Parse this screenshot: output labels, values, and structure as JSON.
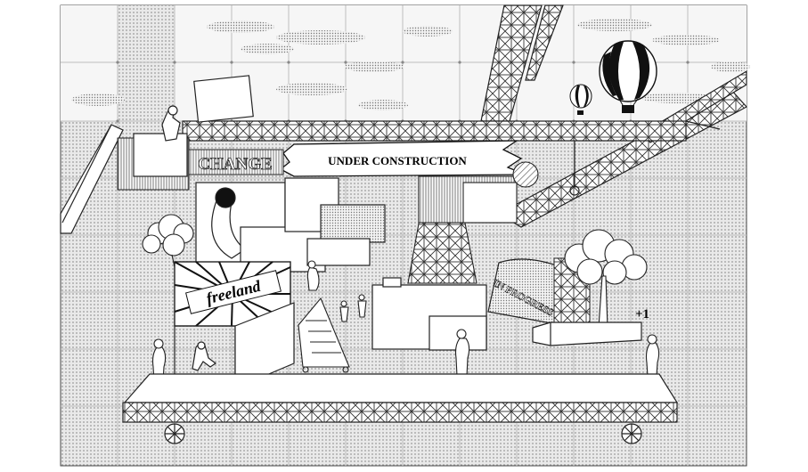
{
  "banner": {
    "text": "UNDER CONSTRUCTION"
  },
  "sign_change": {
    "text": "CHANGE"
  },
  "sign_freeland": {
    "text": "freeland"
  },
  "sign_in_progress": {
    "text": "IN PROGRESS"
  },
  "plus_one": {
    "text": "+1"
  },
  "colors": {
    "background": "#ffffff",
    "sky_grid": "#f4f4f4",
    "ground_dots": "#c8c8c8",
    "line": "#1a1a1a"
  },
  "icons": [
    "hot-air-balloon-icon",
    "crane-icon",
    "tree-icon",
    "wheel-icon",
    "figure-icon",
    "cloud-icon",
    "ladder-icon"
  ]
}
